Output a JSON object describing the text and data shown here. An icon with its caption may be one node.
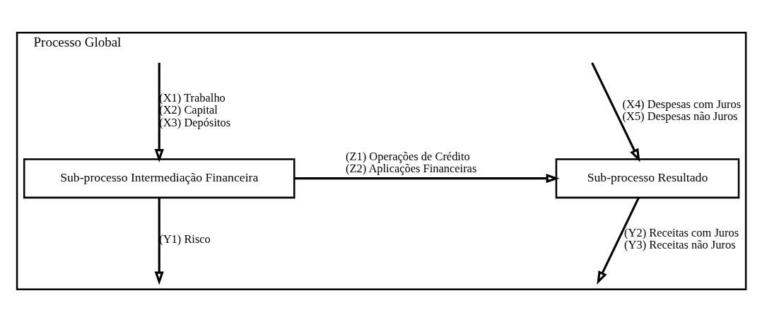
{
  "diagram": {
    "nodes": [
      {
        "text": [
          "Processo Global"
        ]
      },
      {
        "text": [
          "Sub-processo Intermediação Financeira"
        ],
        "in": 0
      },
      {
        "text": [
          "Sub-processo Resultado"
        ],
        "in": 0
      }
    ],
    "edges": [
      {
        "from": null,
        "to": 1,
        "arrow": "to",
        "label": "(X1) Trabalho (X2) Capital (X3) Depósitos"
      },
      {
        "from": 1,
        "to": null,
        "arrow": "to",
        "label": "(Y1) Risco"
      },
      {
        "from": 1,
        "to": 2,
        "arrow": "to",
        "label": "(Z1) Operações de Crédito (Z2) Aplicações Financeiras"
      },
      {
        "from": null,
        "to": 2,
        "arrow": "to",
        "label": "(X4) Despesas com Juros (X5) Despesas não Juros"
      },
      {
        "from": 2,
        "to": null,
        "arrow": "to",
        "label": "(Y2) Receitas com Juros (Y3) Receitas não Juros"
      }
    ]
  }
}
